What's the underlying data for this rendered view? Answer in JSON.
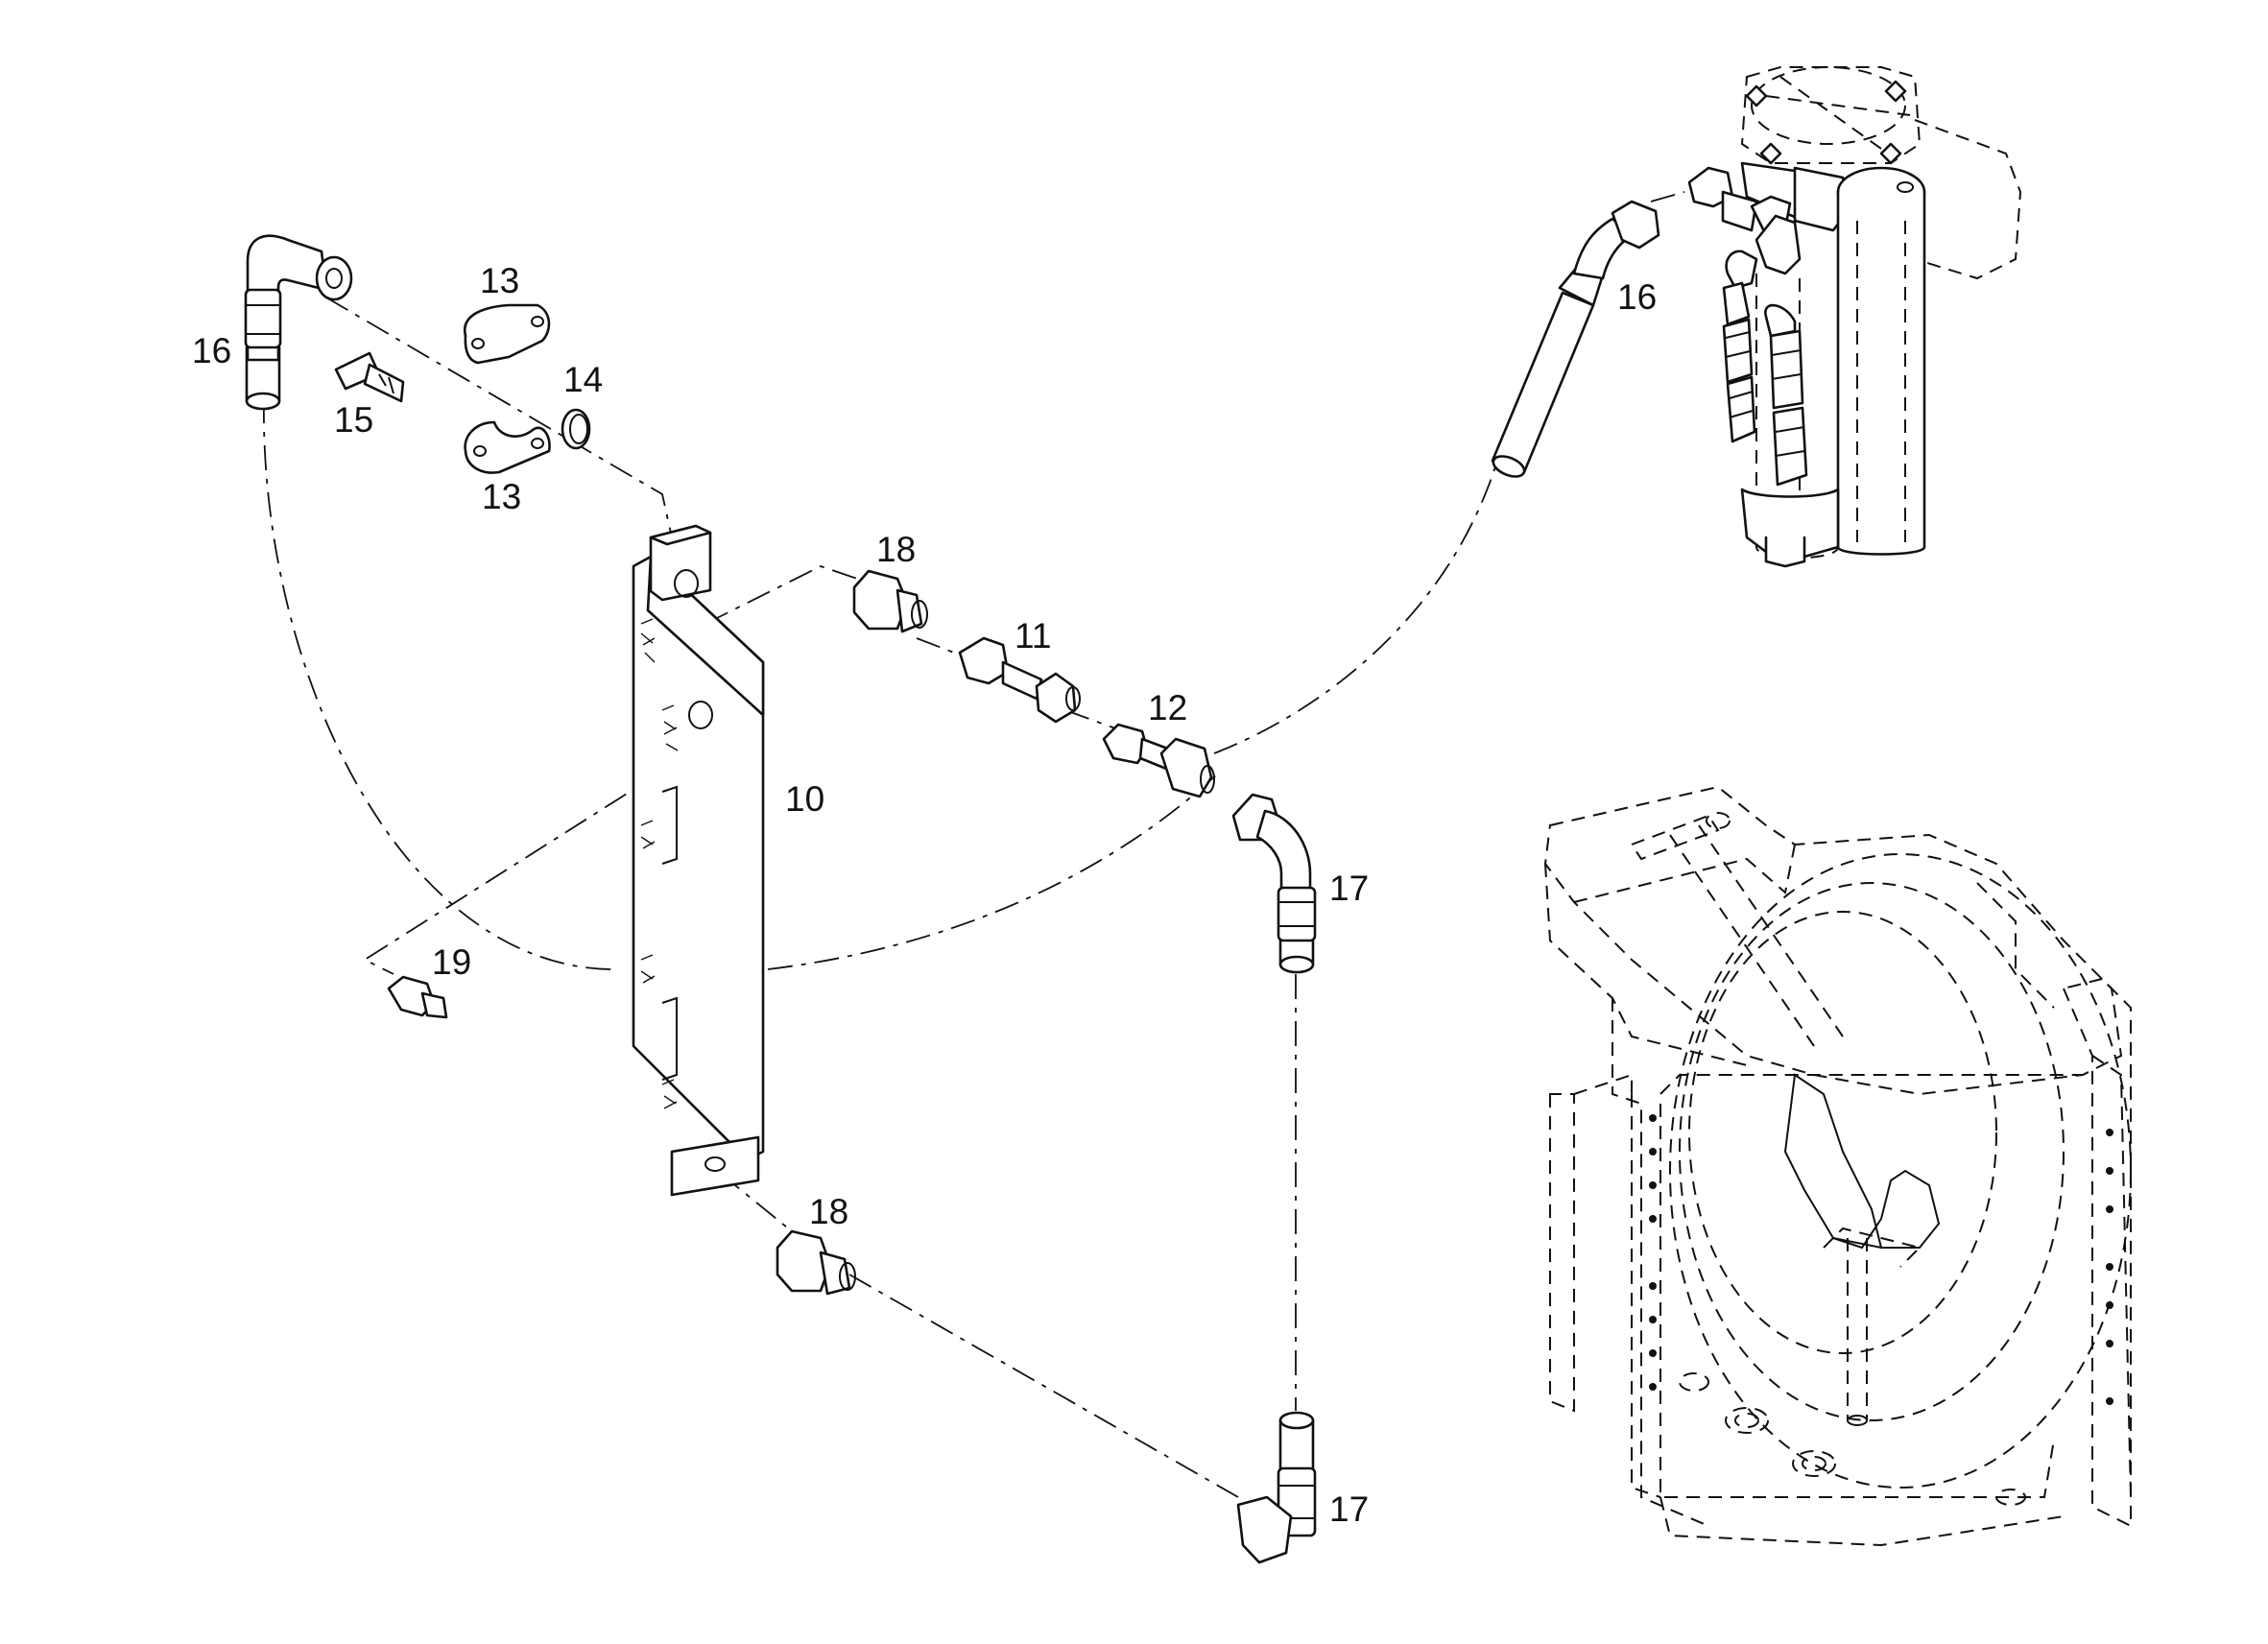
{
  "callouts": {
    "c10": "10",
    "c11": "11",
    "c12": "12",
    "c13a": "13",
    "c13b": "13",
    "c14": "14",
    "c15": "15",
    "c16a": "16",
    "c16b": "16",
    "c17a": "17",
    "c17b": "17",
    "c18a": "18",
    "c18b": "18",
    "c19": "19"
  }
}
